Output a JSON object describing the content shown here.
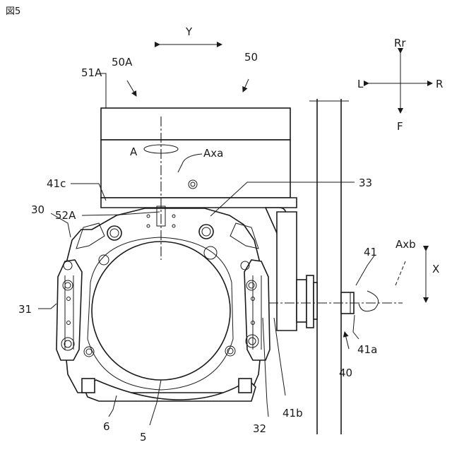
{
  "figure_label": "図5",
  "labels": {
    "y_axis": "Y",
    "x_axis": "X",
    "dir_rr": "Rr",
    "dir_l": "L",
    "dir_r": "R",
    "dir_f": "F",
    "ref_51a": "51A",
    "ref_50a": "50A",
    "ref_50": "50",
    "ref_a": "A",
    "ref_axa": "Axa",
    "ref_41c": "41c",
    "ref_33": "33",
    "ref_30": "30",
    "ref_52a": "52A",
    "ref_41": "41",
    "ref_axb": "Axb",
    "ref_31": "31",
    "ref_41a": "41a",
    "ref_40": "40",
    "ref_6": "6",
    "ref_5": "5",
    "ref_32": "32",
    "ref_41b": "41b"
  }
}
